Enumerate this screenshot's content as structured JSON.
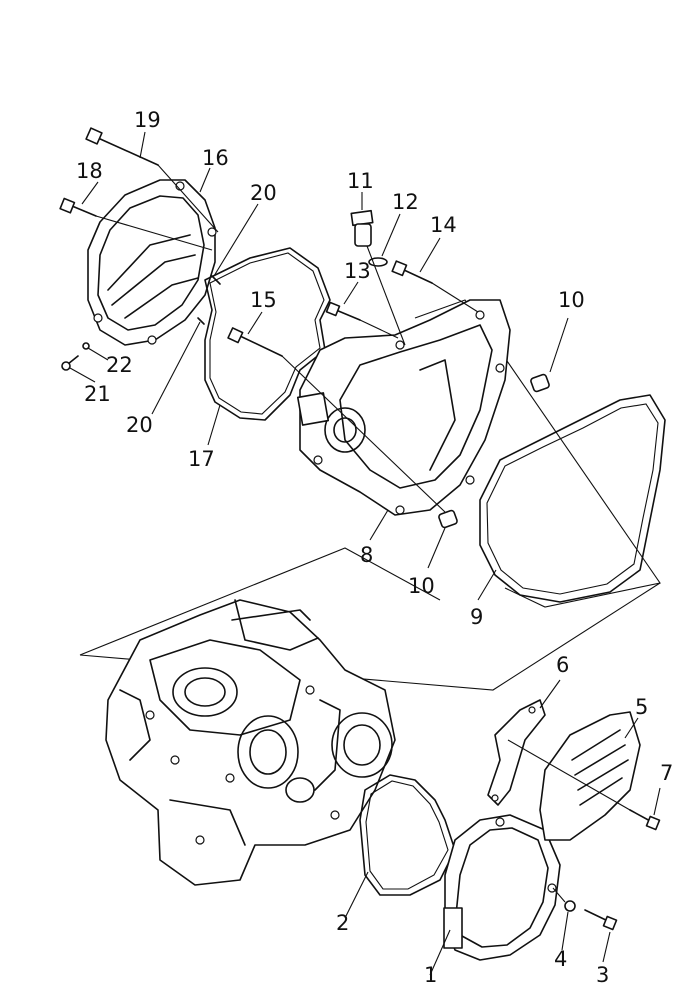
{
  "callouts": [
    {
      "id": "c1",
      "label": "1"
    },
    {
      "id": "c2",
      "label": "2"
    },
    {
      "id": "c3",
      "label": "3"
    },
    {
      "id": "c4",
      "label": "4"
    },
    {
      "id": "c5",
      "label": "5"
    },
    {
      "id": "c6",
      "label": "6"
    },
    {
      "id": "c7",
      "label": "7"
    },
    {
      "id": "c8",
      "label": "8"
    },
    {
      "id": "c9",
      "label": "9"
    },
    {
      "id": "c10a",
      "label": "10"
    },
    {
      "id": "c10b",
      "label": "10"
    },
    {
      "id": "c11",
      "label": "11"
    },
    {
      "id": "c12",
      "label": "12"
    },
    {
      "id": "c13",
      "label": "13"
    },
    {
      "id": "c14",
      "label": "14"
    },
    {
      "id": "c15",
      "label": "15"
    },
    {
      "id": "c16",
      "label": "16"
    },
    {
      "id": "c17",
      "label": "17"
    },
    {
      "id": "c18",
      "label": "18"
    },
    {
      "id": "c19",
      "label": "19"
    },
    {
      "id": "c20a",
      "label": "20"
    },
    {
      "id": "c20b",
      "label": "20"
    },
    {
      "id": "c21",
      "label": "21"
    },
    {
      "id": "c22",
      "label": "22"
    }
  ]
}
